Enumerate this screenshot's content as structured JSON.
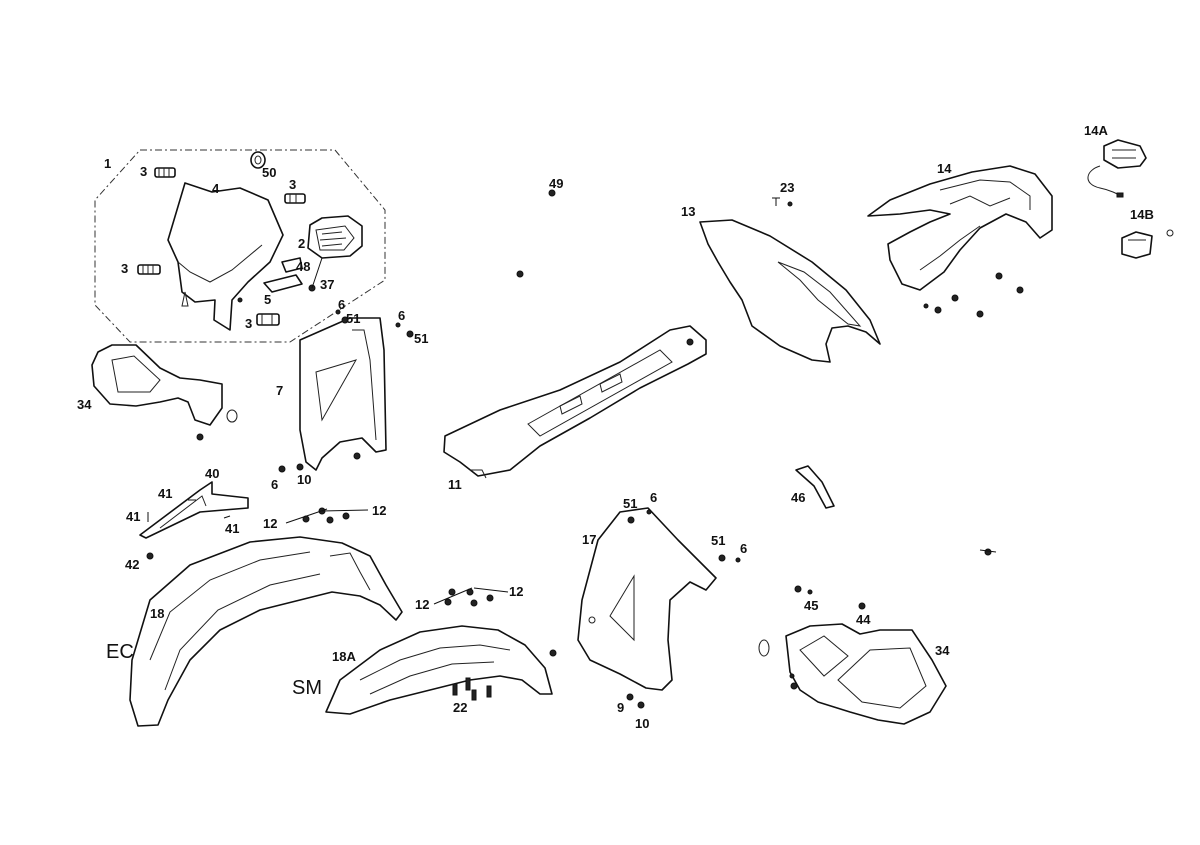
{
  "callouts": {
    "c1": "1",
    "c3a": "3",
    "c50": "50",
    "c4": "4",
    "c3b": "3",
    "c2": "2",
    "c3c": "3",
    "c48": "48",
    "c37": "37",
    "c5": "5",
    "c3d": "3",
    "c6a": "6",
    "c51a": "51",
    "c6b": "6",
    "c51b": "51",
    "c7": "7",
    "c34a": "34",
    "c6c": "6",
    "c10a": "10",
    "c40": "40",
    "c41a": "41",
    "c41b": "41",
    "c41c": "41",
    "c12a": "12",
    "c12b": "12",
    "c42": "42",
    "c18": "18",
    "c18a": "18A",
    "c12c": "12",
    "c12d": "12",
    "c22": "22",
    "c49": "49",
    "c11": "11",
    "c13": "13",
    "c23": "23",
    "c14": "14",
    "c14a": "14A",
    "c14b": "14B",
    "c46": "46",
    "c51c": "51",
    "c6d": "6",
    "c17": "17",
    "c51d": "51",
    "c6e": "6",
    "c9": "9",
    "c10b": "10",
    "c45": "45",
    "c44": "44",
    "c34b": "34"
  },
  "variants": {
    "ec": "EC",
    "sm": "SM"
  }
}
